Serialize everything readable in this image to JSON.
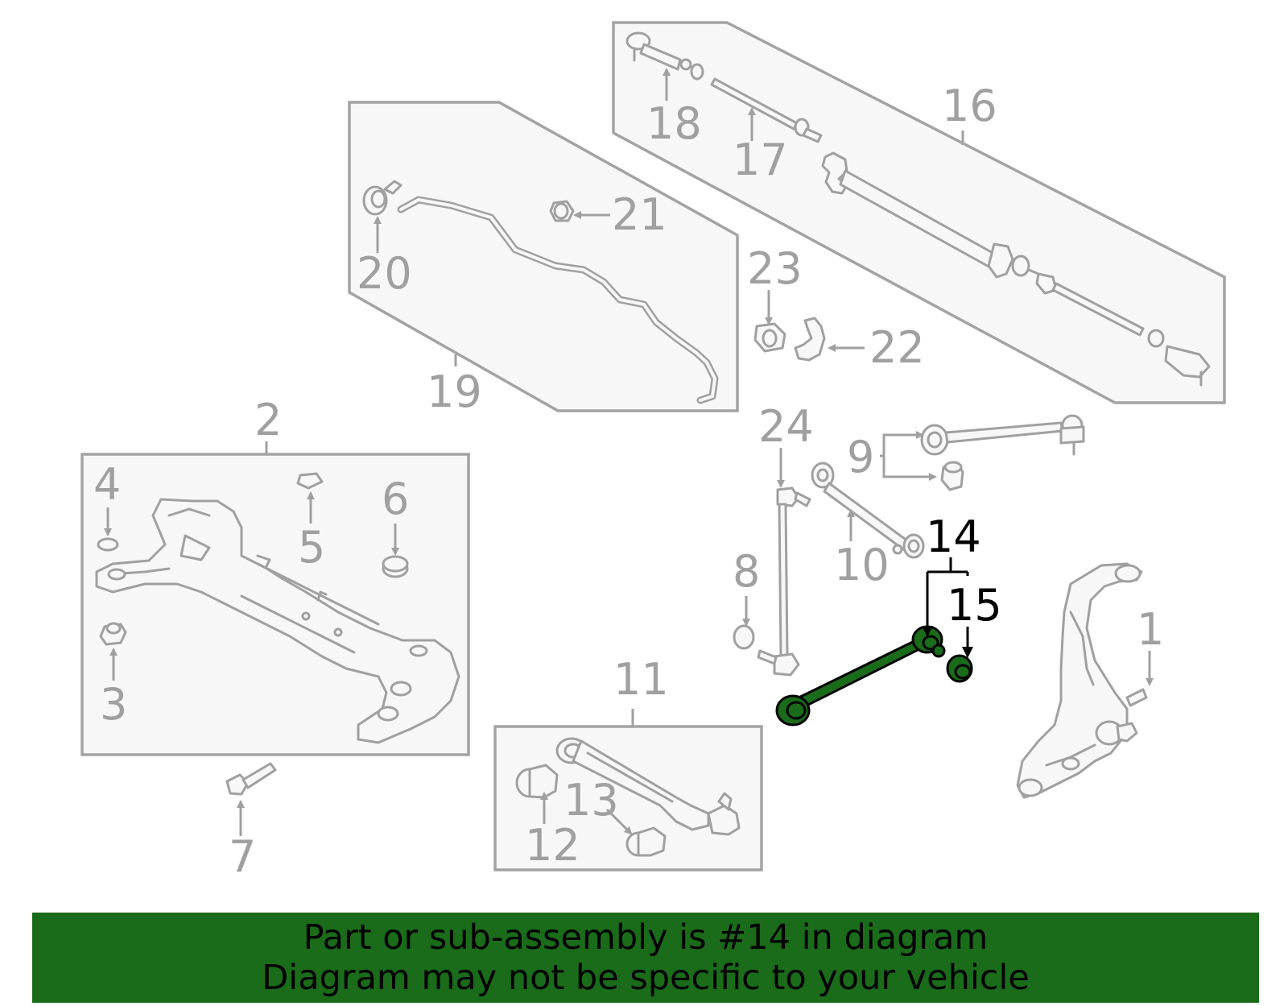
{
  "callouts": {
    "n1": "1",
    "n2": "2",
    "n3": "3",
    "n4": "4",
    "n5": "5",
    "n6": "6",
    "n7": "7",
    "n8": "8",
    "n9": "9",
    "n10": "10",
    "n11": "11",
    "n12": "12",
    "n13": "13",
    "n14": "14",
    "n15": "15",
    "n16": "16",
    "n17": "17",
    "n18": "18",
    "n19": "19",
    "n20": "20",
    "n21": "21",
    "n22": "22",
    "n23": "23",
    "n24": "24"
  },
  "highlighted_part": "14",
  "colors": {
    "highlight": "#1a6b1a",
    "parts": "#a0a0a0",
    "box_fill": "#f7f7f7"
  },
  "banner": {
    "line1": "Part or sub-assembly is #14 in diagram",
    "line2": "Diagram may not be specific to your vehicle"
  }
}
